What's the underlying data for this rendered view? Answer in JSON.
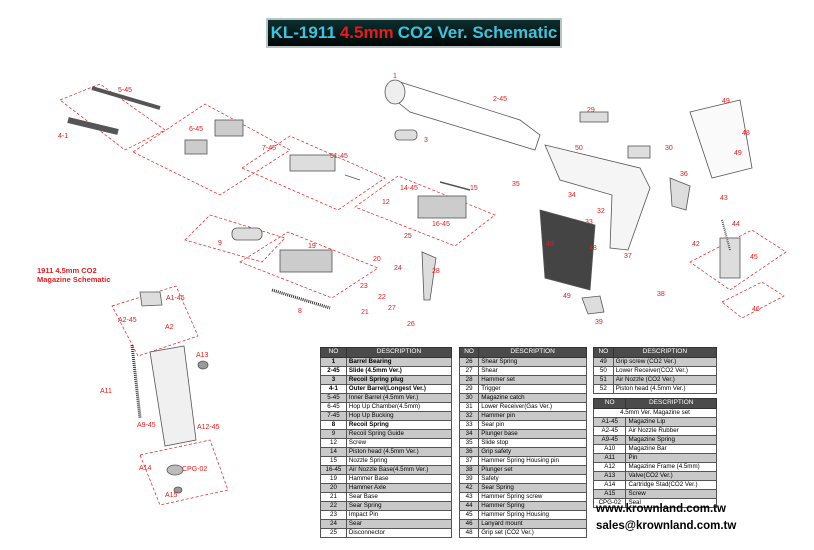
{
  "title": {
    "prefix": "KL-1911",
    "red": "4.5mm",
    "suffix": "CO2 Ver. Schematic"
  },
  "magazine_label": {
    "line1": "1911 4.5mm CO2",
    "line2": "Magazine Schematic"
  },
  "part_labels": [
    "5-45",
    "4-1",
    "6-45",
    "7-45",
    "51-45",
    "1",
    "2-45",
    "3",
    "29",
    "50",
    "30",
    "49",
    "48",
    "49",
    "35",
    "14-45",
    "15",
    "12",
    "16-45",
    "34",
    "32",
    "33",
    "36",
    "43",
    "44",
    "42",
    "45",
    "37",
    "38",
    "46",
    "9",
    "19",
    "25",
    "24",
    "28",
    "20",
    "23",
    "22",
    "21",
    "27",
    "26",
    "8",
    "49",
    "48",
    "49",
    "39",
    "A1-45",
    "A2-45",
    "A2",
    "A13",
    "A11",
    "A9-45",
    "A12-45",
    "CPG-02",
    "A14",
    "A15"
  ],
  "table_headers": {
    "no": "NO",
    "desc": "DESCRIPTION"
  },
  "table1": [
    {
      "no": "1",
      "desc": "Barrel Bearing",
      "shade": true,
      "bold": true
    },
    {
      "no": "2-45",
      "desc": "Slide (4.5mm Ver.)",
      "bold": true
    },
    {
      "no": "3",
      "desc": "Recoil Spring plug",
      "shade": true,
      "bold": true
    },
    {
      "no": "4-1",
      "desc": "Outer Barrel(Longest Ver.)",
      "bold": true
    },
    {
      "no": "5-45",
      "desc": "Inner Barrel (4.5mm Ver.)",
      "shade": true
    },
    {
      "no": "6-45",
      "desc": "Hop Up Chamber(4.5mm)"
    },
    {
      "no": "7-45",
      "desc": "Hop Up Bucking",
      "shade": true
    },
    {
      "no": "8",
      "desc": "Recoil Spring",
      "bold": true
    },
    {
      "no": "9",
      "desc": "Recoil Spring Guide",
      "shade": true
    },
    {
      "no": "12",
      "desc": "Screw"
    },
    {
      "no": "14",
      "desc": "Piston head (4.5mm Ver.)",
      "shade": true
    },
    {
      "no": "15",
      "desc": "Nozzle Spring"
    },
    {
      "no": "16-45",
      "desc": "Air Nozzle Base(4.5mm Ver.)",
      "shade": true
    },
    {
      "no": "19",
      "desc": "Hammer Base"
    },
    {
      "no": "20",
      "desc": "Hammer Axle",
      "shade": true
    },
    {
      "no": "21",
      "desc": "Sear Base"
    },
    {
      "no": "22",
      "desc": "Sear Spring",
      "shade": true
    },
    {
      "no": "23",
      "desc": "Impact Pin"
    },
    {
      "no": "24",
      "desc": "Sear",
      "shade": true
    },
    {
      "no": "25",
      "desc": "Disconnector"
    }
  ],
  "table2": [
    {
      "no": "26",
      "desc": "Shear Spring",
      "shade": true
    },
    {
      "no": "27",
      "desc": "Shear"
    },
    {
      "no": "28",
      "desc": "Hammer set",
      "shade": true
    },
    {
      "no": "29",
      "desc": "Trigger"
    },
    {
      "no": "30",
      "desc": "Magazine catch",
      "shade": true
    },
    {
      "no": "31",
      "desc": "Lower Receiver(Gas Ver.)"
    },
    {
      "no": "32",
      "desc": "Hammer pin",
      "shade": true
    },
    {
      "no": "33",
      "desc": "Sear pin"
    },
    {
      "no": "34",
      "desc": "Plunger base",
      "shade": true
    },
    {
      "no": "35",
      "desc": "Slide stop"
    },
    {
      "no": "36",
      "desc": "Grip safety",
      "shade": true
    },
    {
      "no": "37",
      "desc": "Hammer Spring Housing pin"
    },
    {
      "no": "38",
      "desc": "Plunger set",
      "shade": true
    },
    {
      "no": "39",
      "desc": "Safety"
    },
    {
      "no": "42",
      "desc": "Sear Spring",
      "shade": true
    },
    {
      "no": "43",
      "desc": "Hammer Spring  screw"
    },
    {
      "no": "44",
      "desc": "Hammer Spring",
      "shade": true
    },
    {
      "no": "45",
      "desc": "Hammer Spring Housing"
    },
    {
      "no": "46",
      "desc": "Lanyard mount",
      "shade": true
    },
    {
      "no": "48",
      "desc": "Grip set (CO2 Ver.)"
    }
  ],
  "table3": [
    {
      "no": "49",
      "desc": "Grip screw (CO2 Ver.)",
      "shade": true
    },
    {
      "no": "50",
      "desc": "Lower Receiver(CO2 Ver.)"
    },
    {
      "no": "51",
      "desc": "Air Nozzle (CO2 Ver.)",
      "shade": true
    },
    {
      "no": "52",
      "desc": "Piston head (4.5mm Ver.)"
    }
  ],
  "table4_title": "4.5mm Ver. Magazine set",
  "table4": [
    {
      "no": "A1-45",
      "desc": "Magazine Lip",
      "shade": true
    },
    {
      "no": "A2-45",
      "desc": "Air Nozzle Rubber"
    },
    {
      "no": "A9-45",
      "desc": "Magazine Spring",
      "shade": true
    },
    {
      "no": "A10",
      "desc": "Magazine Bar"
    },
    {
      "no": "A11",
      "desc": "Pin",
      "shade": true
    },
    {
      "no": "A12",
      "desc": "Magazine Frame (4.5mm)"
    },
    {
      "no": "A13",
      "desc": "Valve(CO2 Ver.)",
      "shade": true
    },
    {
      "no": "A14",
      "desc": "Cartridge Stad(CO2 Ver.)"
    },
    {
      "no": "A15",
      "desc": "Screw",
      "shade": true
    },
    {
      "no": "CPG-02",
      "desc": "Seal"
    }
  ],
  "contact": {
    "web": "www.krownland.com.tw",
    "email": "sales@krownland.com.tw"
  }
}
